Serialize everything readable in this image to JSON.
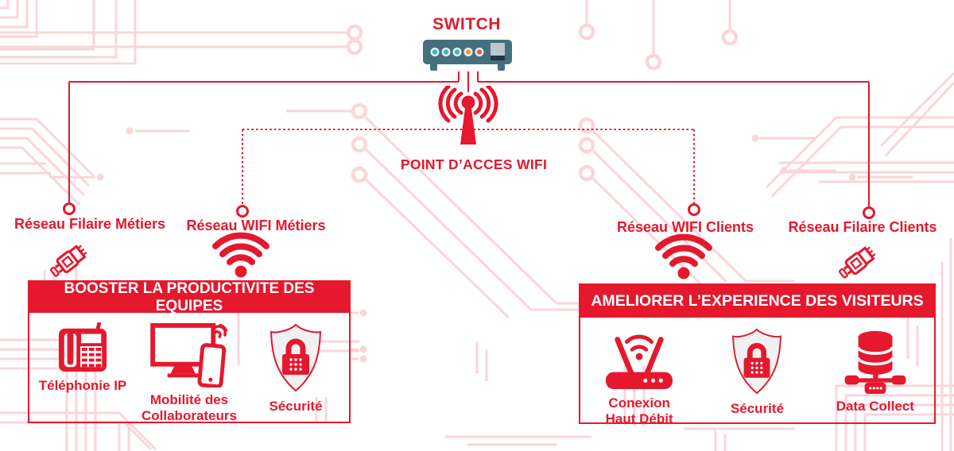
{
  "diagram": {
    "switch": {
      "label": "SWITCH",
      "icon": "network-switch-icon"
    },
    "access_point": {
      "label": "POINT D’ACCES WIFI",
      "icon": "wifi-antenna-icon"
    },
    "networks": [
      {
        "label": "Réseau Filaire Métiers",
        "icon": "ethernet-plug-icon",
        "line_style": "solid"
      },
      {
        "label": "Réseau WIFI Métiers",
        "icon": "wifi-icon",
        "line_style": "dotted"
      },
      {
        "label": "Réseau WIFI Clients",
        "icon": "wifi-icon",
        "line_style": "dotted"
      },
      {
        "label": "Réseau Filaire Clients",
        "icon": "ethernet-plug-icon",
        "line_style": "solid"
      }
    ],
    "panels": [
      {
        "title": "BOOSTER LA PRODUCTIVITE DES EQUIPES",
        "items": [
          {
            "label": "Téléphonie IP",
            "icon": "ip-phone-icon"
          },
          {
            "label": "Mobilité des Collaborateurs",
            "icon": "monitor-smartphone-icon"
          },
          {
            "label": "Sécurité",
            "icon": "shield-lock-icon"
          }
        ]
      },
      {
        "title": "AMELIORER L’EXPERIENCE DES VISITEURS",
        "items": [
          {
            "label": "Conexion Haut Débit",
            "icon": "router-wifi-icon"
          },
          {
            "label": "Sécurité",
            "icon": "shield-lock-icon"
          },
          {
            "label": "Data Collect",
            "icon": "database-network-icon"
          }
        ]
      }
    ],
    "colors": {
      "accent": "#e5182d",
      "circuit_trace": "#f9d6da",
      "switch_body": "#44707d",
      "led_cyan": "#3eb5c3",
      "led_orange": "#f09a36",
      "led_red": "#e4574e",
      "shield_fill": "#f1f1f3"
    }
  }
}
